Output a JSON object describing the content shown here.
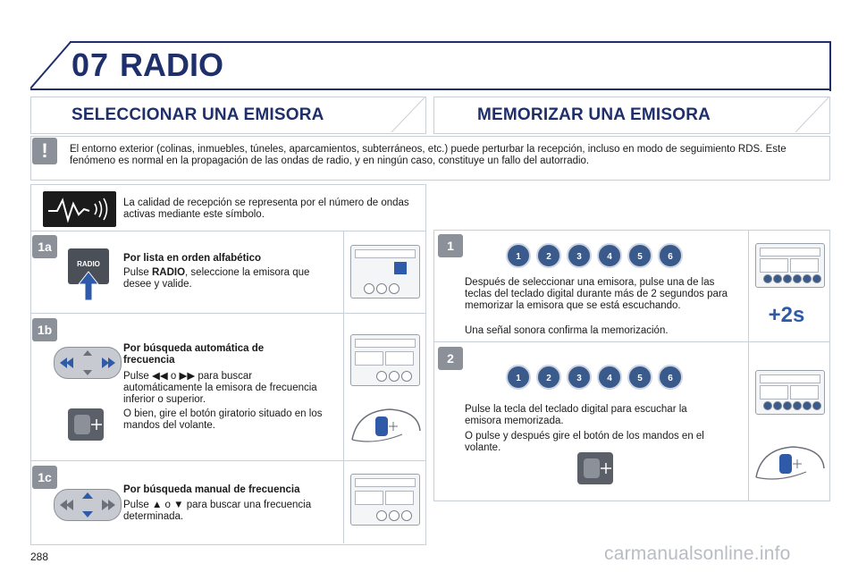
{
  "header": {
    "chapter": "07",
    "title": "RADIO"
  },
  "sections": {
    "left_title": "SELECCIONAR UNA EMISORA",
    "right_title": "MEMORIZAR UNA EMISORA"
  },
  "warning": {
    "icon": "!",
    "text": "El entorno exterior (colinas, inmuebles, túneles, aparcamientos, subterráneos, etc.) puede perturbar la recepción, incluso en modo de seguimiento RDS. Este fenómeno es normal en la propagación de las ondas de radio, y en ningún caso, constituye un fallo del autorradio."
  },
  "reception": {
    "text": "La calidad de recepción se representa por el número de ondas activas mediante este símbolo."
  },
  "steps_left": [
    {
      "badge": "1a",
      "heading": "Por lista en orden alfabético",
      "text_pre": "Pulse ",
      "text_bold": "RADIO",
      "text_post": ", seleccione la emisora que desee y valide.",
      "button_label": "RADIO"
    },
    {
      "badge": "1b",
      "heading": "Por búsqueda automática de frecuencia",
      "text_pre": "Pulse ",
      "text_mid": " o ",
      "text_post": " para buscar automáticamente la emisora de frecuencia inferior o superior.",
      "text2": "O bien, gire el botón giratorio situado en los mandos del volante."
    },
    {
      "badge": "1c",
      "heading": "Por búsqueda manual de frecuencia",
      "text_pre": "Pulse ",
      "text_mid": " o ",
      "text_post": " para buscar una frecuencia determinada."
    }
  ],
  "steps_right": [
    {
      "badge": "1",
      "text": "Después de seleccionar una emisora, pulse una de las teclas del teclado digital durante más de 2 segundos para memorizar la emisora que se está escuchando.",
      "text2": "Una señal sonora confirma la memorización.",
      "hold_label": "+2s"
    },
    {
      "badge": "2",
      "text": "Pulse la tecla del teclado digital para escuchar la emisora memorizada.",
      "text2": "O pulse y después gire el botón de los mandos en el volante."
    }
  ],
  "keypad": [
    "1",
    "2",
    "3",
    "4",
    "5",
    "6"
  ],
  "footer": {
    "page_number": "288"
  },
  "watermark": "carmanualsonline.info",
  "colors": {
    "brand": "#1e2f6b",
    "badge": "#8b9099",
    "keypad": "#3a5a8c",
    "border": "#c9cfd8"
  }
}
